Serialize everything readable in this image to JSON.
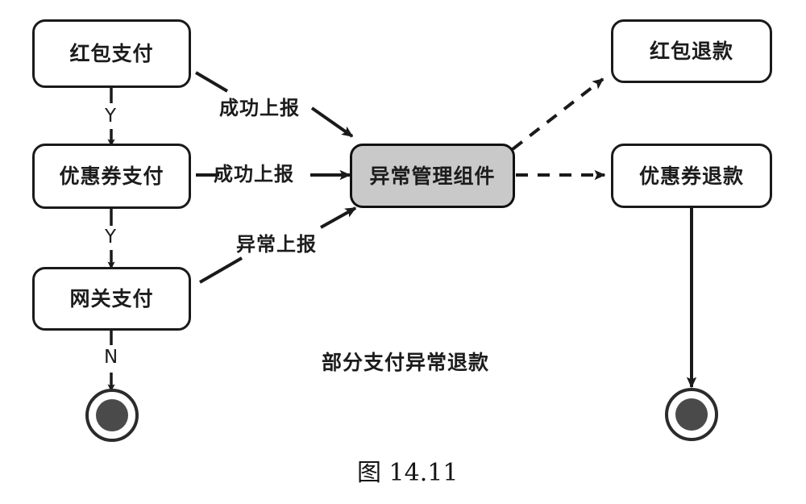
{
  "figure": {
    "caption": "图 14.11",
    "diagram_title": "部分支付异常退款"
  },
  "colors": {
    "stroke": "#1a1a1a",
    "node_fill": "#ffffff",
    "highlight_fill": "#c9c9c9",
    "end_node_fill": "#4a4a4a",
    "background": "#ffffff"
  },
  "nodes": {
    "redpacket_pay": "红包支付",
    "coupon_pay": "优惠券支付",
    "gateway_pay": "网关支付",
    "exception_manager": "异常管理组件",
    "redpacket_refund": "红包退款",
    "coupon_refund": "优惠券退款"
  },
  "edge_labels": {
    "redpacket_success": "成功上报",
    "coupon_success": "成功上报",
    "gateway_exception": "异常上报"
  },
  "branch_labels": {
    "redpacket_to_coupon": "Y",
    "coupon_to_gateway": "Y",
    "gateway_to_end": "N"
  },
  "end_nodes": {
    "left_end": "end-node",
    "right_end": "end-node"
  },
  "icons": {
    "arrow_solid": "solid-arrowhead-icon",
    "arrow_dashed": "dashed-arrowhead-icon",
    "terminator": "end-state-icon"
  }
}
